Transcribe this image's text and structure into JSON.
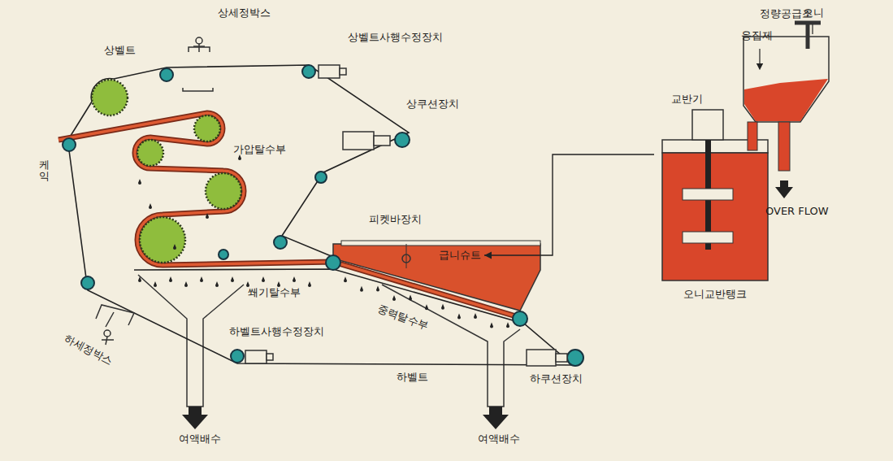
{
  "diagram": {
    "nodes": [
      {
        "text": [
          "급니슈트"
        ]
      },
      {
        "text": [
          "오니교반탱크"
        ]
      },
      {
        "text": [
          "정량공급조"
        ]
      }
    ],
    "edges": [
      {
        "from": 1,
        "to": 0,
        "arrow": "to"
      }
    ],
    "labels": [
      "상벨트",
      "상세정박스",
      "상벨트사행수정장치",
      "상쿠션장치",
      "케익",
      "가압탈수부",
      "피켓바장치",
      "쐐기탈수부",
      "중력탈수부",
      "하벨트사행수정장치",
      "하세정박스",
      "하벨트",
      "하쿠션장치",
      "여액배수",
      "여액배수",
      "응집제",
      "오니",
      "교반기",
      "OVER FLOW"
    ]
  }
}
